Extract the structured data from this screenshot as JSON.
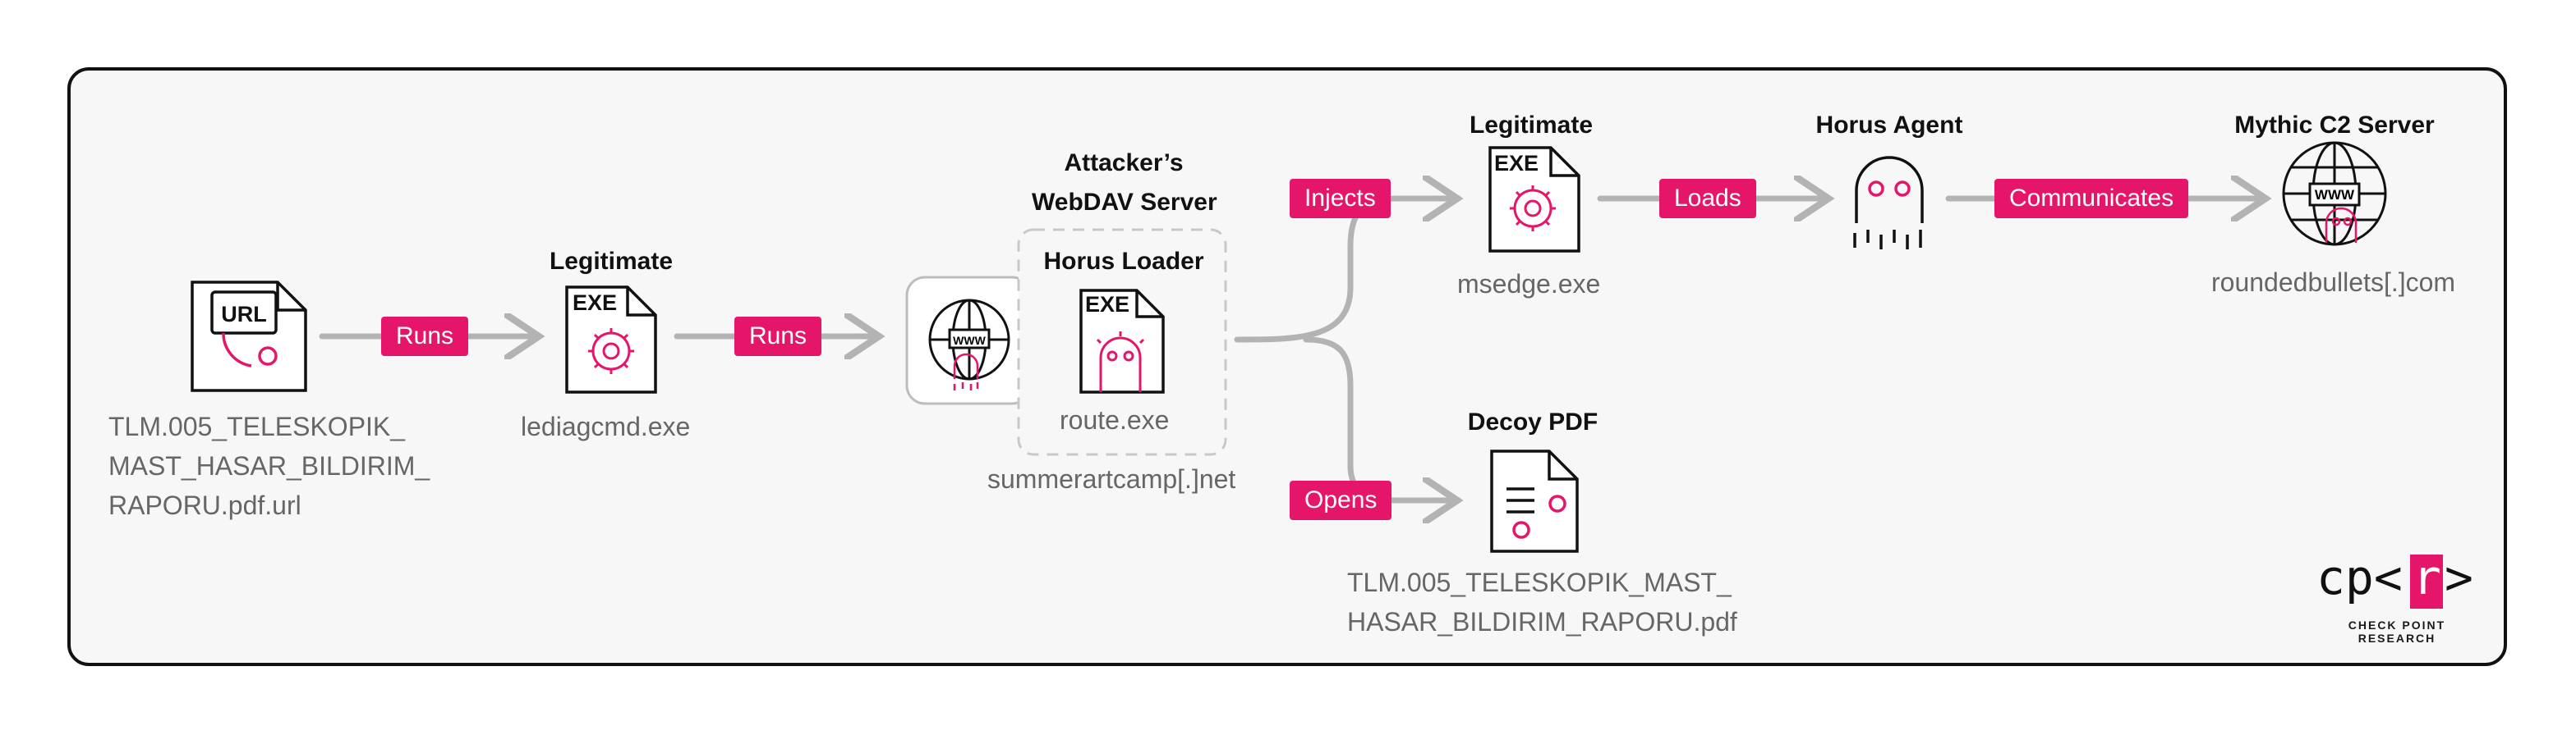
{
  "nodes": {
    "url_file": {
      "badge": "URL",
      "caption_lines": [
        "TLM.005_TELESKOPIK_",
        "MAST_HASAR_BILDIRIM_",
        "RAPORU.pdf.url"
      ]
    },
    "lediagcmd": {
      "title": "Legitimate",
      "badge": "EXE",
      "caption": "lediagcmd.exe"
    },
    "webdav": {
      "title_lines": [
        "Attacker’s",
        "WebDAV Server"
      ],
      "caption": "summerartcamp[.]net"
    },
    "horus_loader": {
      "title": "Horus Loader",
      "badge": "EXE",
      "caption": "route.exe"
    },
    "msedge": {
      "title": "Legitimate",
      "badge": "EXE",
      "caption": "msedge.exe"
    },
    "horus_agent": {
      "title": "Horus Agent"
    },
    "mythic": {
      "title": "Mythic C2 Server",
      "caption": "roundedbullets[.]com"
    },
    "decoy": {
      "title": "Decoy PDF",
      "caption_lines": [
        "TLM.005_TELESKOPIK_MAST_",
        "HASAR_BILDIRIM_RAPORU.pdf"
      ]
    }
  },
  "edges": {
    "runs_1": "Runs",
    "runs_2": "Runs",
    "injects": "Injects",
    "loads": "Loads",
    "communicates": "Communicates",
    "opens": "Opens"
  },
  "logo": {
    "text_left": "cp<",
    "text_mid": "r",
    "text_right": ">",
    "subtitle": "CHECK POINT RESEARCH"
  },
  "colors": {
    "accent": "#e5156a",
    "arrow": "#b3b3b3",
    "stroke": "#111111",
    "caption": "#666666"
  }
}
